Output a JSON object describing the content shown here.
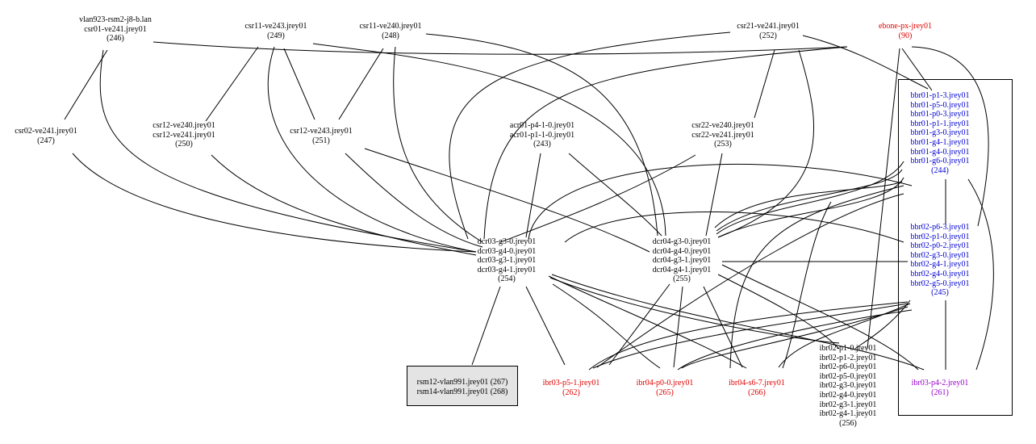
{
  "nodes": {
    "vlan923": {
      "lines": [
        "vlan923-rsm2-j8-b.lan",
        "csr01-ve241.jrey01",
        "(246)"
      ],
      "color": "#000000"
    },
    "csr11_ve243": {
      "lines": [
        "csr11-ve243.jrey01",
        "(249)"
      ],
      "color": "#000000"
    },
    "csr11_ve240": {
      "lines": [
        "csr11-ve240.jrey01",
        "(248)"
      ],
      "color": "#000000"
    },
    "csr21": {
      "lines": [
        "csr21-ve241.jrey01",
        "(252)"
      ],
      "color": "#000000"
    },
    "ebone": {
      "lines": [
        "ebone-px-jrey01",
        "(90)"
      ],
      "color": "#e00000"
    },
    "csr02": {
      "lines": [
        "csr02-ve241.jrey01",
        "(247)"
      ],
      "color": "#000000"
    },
    "csr12_ve240": {
      "lines": [
        "csr12-ve240.jrey01",
        "csr12-ve241.jrey01",
        "(250)"
      ],
      "color": "#000000"
    },
    "csr12_ve243": {
      "lines": [
        "csr12-ve243.jrey01",
        "(251)"
      ],
      "color": "#000000"
    },
    "acr01": {
      "lines": [
        "acr01-p4-1-0.jrey01",
        "acr01-p1-1-0.jrey01",
        "(243)"
      ],
      "color": "#000000"
    },
    "csr22": {
      "lines": [
        "csr22-ve240.jrey01",
        "csr22-ve241.jrey01",
        "(253)"
      ],
      "color": "#000000"
    },
    "bbr01": {
      "lines": [
        "bbr01-p1-3.jrey01",
        "bbr01-p5-0.jrey01",
        "bbr01-p0-3.jrey01",
        "bbr01-p1-1.jrey01",
        "bbr01-g3-0.jrey01",
        "bbr01-g4-1.jrey01",
        "bbr01-g4-0.jrey01",
        "bbr01-g6-0.jrey01",
        "(244)"
      ],
      "color": "#0000d0"
    },
    "bbr02": {
      "lines": [
        "bbr02-p6-3.jrey01",
        "bbr02-p1-0.jrey01",
        "bbr02-p0-2.jrey01",
        "bbr02-g3-0.jrey01",
        "bbr02-g4-1.jrey01",
        "bbr02-g4-0.jrey01",
        "bbr02-g5-0.jrey01",
        "(245)"
      ],
      "color": "#0000d0"
    },
    "dcr03": {
      "lines": [
        "dcr03-g3-0.jrey01",
        "dcr03-g4-0.jrey01",
        "dcr03-g3-1.jrey01",
        "dcr03-g4-1.jrey01",
        "(254)"
      ],
      "color": "#000000"
    },
    "dcr04": {
      "lines": [
        "dcr04-g3-0.jrey01",
        "dcr04-g4-0.jrey01",
        "dcr04-g3-1.jrey01",
        "dcr04-g4-1.jrey01",
        "(255)"
      ],
      "color": "#000000"
    },
    "ibr03_p5": {
      "lines": [
        "ibr03-p5-1.jrey01",
        "(262)"
      ],
      "color": "#e00000"
    },
    "ibr04_p0": {
      "lines": [
        "ibr04-p0-0.jrey01",
        "(265)"
      ],
      "color": "#e00000"
    },
    "ibr04_s6": {
      "lines": [
        "ibr04-s6-7.jrey01",
        "(266)"
      ],
      "color": "#e00000"
    },
    "ibr02": {
      "lines": [
        "ibr02-p1-0.jrey01",
        "ibr02-p1-2.jrey01",
        "ibr02-p6-0.jrey01",
        "ibr02-p5-0.jrey01",
        "ibr02-g3-0.jrey01",
        "ibr02-g4-0.jrey01",
        "ibr02-g3-1.jrey01",
        "ibr02-g4-1.jrey01",
        "(256)"
      ],
      "color": "#000000"
    },
    "ibr03_p4": {
      "lines": [
        "ibr03-p4-2.jrey01",
        "(261)"
      ],
      "color": "#9900cc"
    }
  },
  "rsm": {
    "lines": [
      "rsm12-vlan991.jrey01 (267)",
      "rsm14-vlan991.jrey01 (268)"
    ]
  }
}
